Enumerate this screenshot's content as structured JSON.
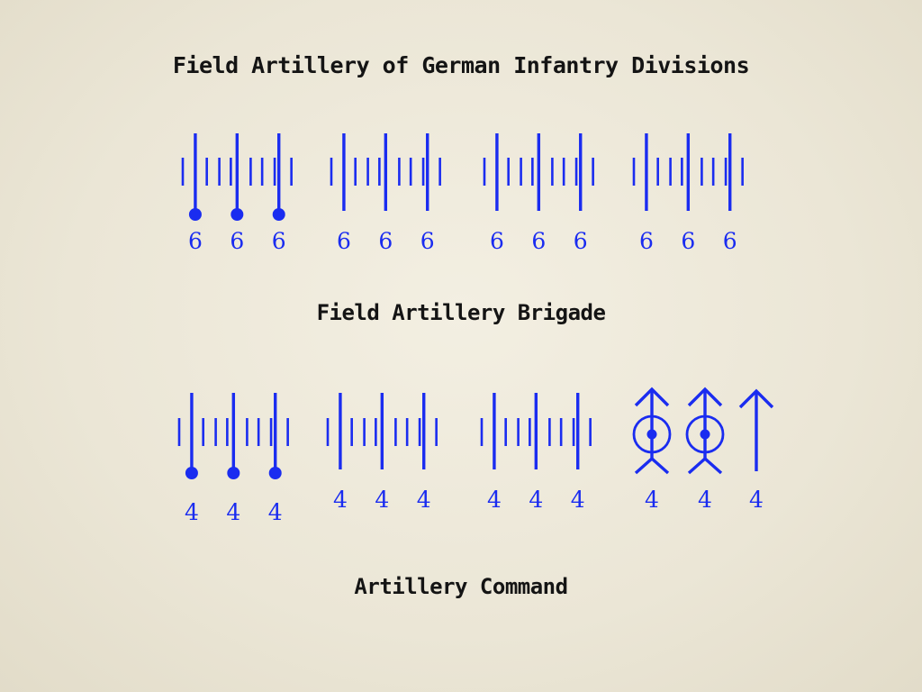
{
  "titles": {
    "main": "Field Artillery of German Infantry Divisions",
    "brigade": "Field Artillery Brigade",
    "command": "Artillery Command"
  },
  "colors": {
    "symbol": "#1a2cf0",
    "text": "#141414",
    "background": "#ede8d8"
  },
  "rows": [
    {
      "name": "division-row",
      "groups": [
        {
          "symbol": "field-gun-horse",
          "labels": [
            "6",
            "6",
            "6"
          ]
        },
        {
          "symbol": "field-gun",
          "labels": [
            "6",
            "6",
            "6"
          ]
        },
        {
          "symbol": "field-gun",
          "labels": [
            "6",
            "6",
            "6"
          ]
        },
        {
          "symbol": "field-gun",
          "labels": [
            "6",
            "6",
            "6"
          ]
        }
      ]
    },
    {
      "name": "command-row",
      "groups": [
        {
          "symbol": "field-gun-horse",
          "labels": [
            "4",
            "4",
            "4"
          ]
        },
        {
          "symbol": "field-gun",
          "labels": [
            "4",
            "4",
            "4"
          ]
        },
        {
          "symbol": "field-gun",
          "labels": [
            "4",
            "4",
            "4"
          ]
        },
        {
          "symbol": "howitzer-mixed",
          "labels": [
            "4",
            "4",
            "4"
          ]
        }
      ]
    }
  ]
}
